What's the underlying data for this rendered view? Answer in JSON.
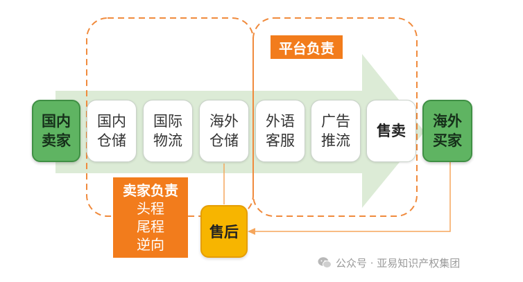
{
  "colors": {
    "arrow": "#dcebd6",
    "dash": "#f08a3c",
    "seller_green": "#5fb462",
    "platform_orange": "#f27c1c",
    "after_sales_yellow": "#f7b500",
    "line_orange": "#f5a65c"
  },
  "platform_label": "平台负责",
  "left_seller": [
    "国内",
    "卖家"
  ],
  "right_seller": [
    "海外",
    "买家"
  ],
  "steps": [
    {
      "lines": [
        "国内",
        "仓储"
      ]
    },
    {
      "lines": [
        "国际",
        "物流"
      ]
    },
    {
      "lines": [
        "海外",
        "仓储"
      ]
    },
    {
      "lines": [
        "外语",
        "客服"
      ]
    },
    {
      "lines": [
        "广告",
        "推流"
      ]
    },
    {
      "lines": [
        "售卖"
      ]
    }
  ],
  "seller_responsible": {
    "title": "卖家负责",
    "items": [
      "头程",
      "尾程",
      "逆向"
    ]
  },
  "after_sales": "售后",
  "watermark": {
    "icon": "wechat-icon",
    "text": "公众号 · 亚易知识产权集团"
  }
}
